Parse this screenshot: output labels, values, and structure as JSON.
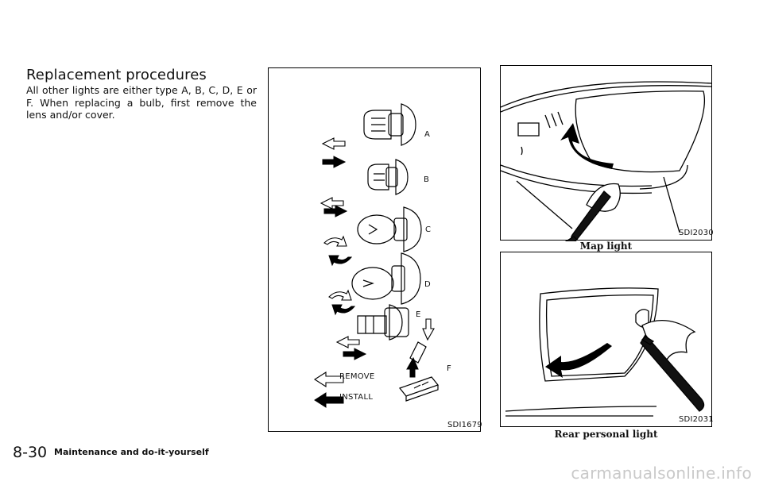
{
  "section": {
    "heading": "Replacement procedures",
    "body": "All other lights are either type A, B, C, D, E or F. When replacing a bulb, first remove the lens and/or cover."
  },
  "figure_bulbs": {
    "code": "SDI1679",
    "bulb_types": [
      "A",
      "B",
      "C",
      "D",
      "E",
      "F"
    ],
    "legend": {
      "remove": "REMOVE",
      "install": "INSTALL"
    }
  },
  "figure_map_light": {
    "code": "SDI2030",
    "caption": "Map light"
  },
  "figure_rear_light": {
    "code": "SDI2031",
    "caption": "Rear personal light"
  },
  "footer": {
    "page_number": "8-30",
    "section_name": "Maintenance and do-it-yourself",
    "watermark": "carmanualsonline.info"
  }
}
